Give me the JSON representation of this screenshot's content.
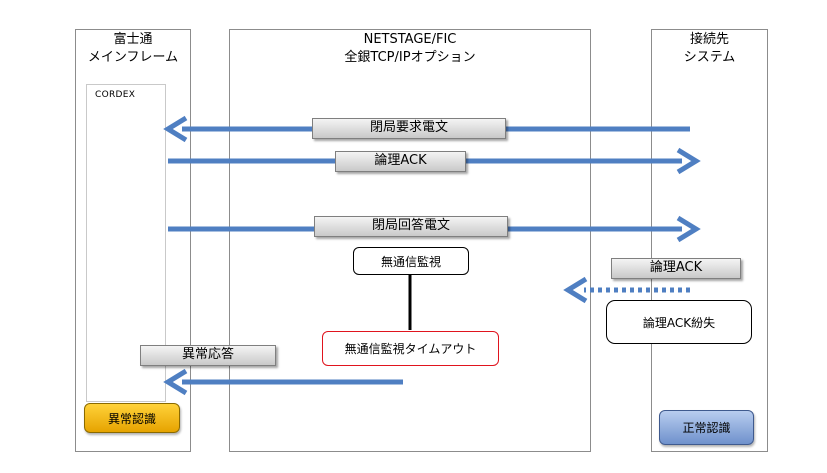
{
  "columns": {
    "left": {
      "title_line1": "富士通",
      "title_line2": "メインフレーム",
      "inner_label": "CORDEX"
    },
    "middle": {
      "title_line1": "NETSTAGE/FIC",
      "title_line2": "全銀TCP/IPオプション"
    },
    "right": {
      "title_line1": "接続先",
      "title_line2": "システム"
    }
  },
  "messages": {
    "close_request": "閉局要求電文",
    "logical_ack_1": "論理ACK",
    "close_response": "閉局回答電文",
    "logical_ack_2": "論理ACK",
    "abnormal_response": "異常応答"
  },
  "events": {
    "no_comm_monitor": "無通信監視",
    "no_comm_timeout": "無通信監視タイムアウト",
    "ack_lost": "論理ACK紛失"
  },
  "status": {
    "left": "異常認識",
    "right": "正常認識"
  },
  "colors": {
    "arrow": "#4f7fc2",
    "timeout_border": "#e0141e",
    "left_status": "#f5b800",
    "right_status": "#8aa8dc"
  }
}
